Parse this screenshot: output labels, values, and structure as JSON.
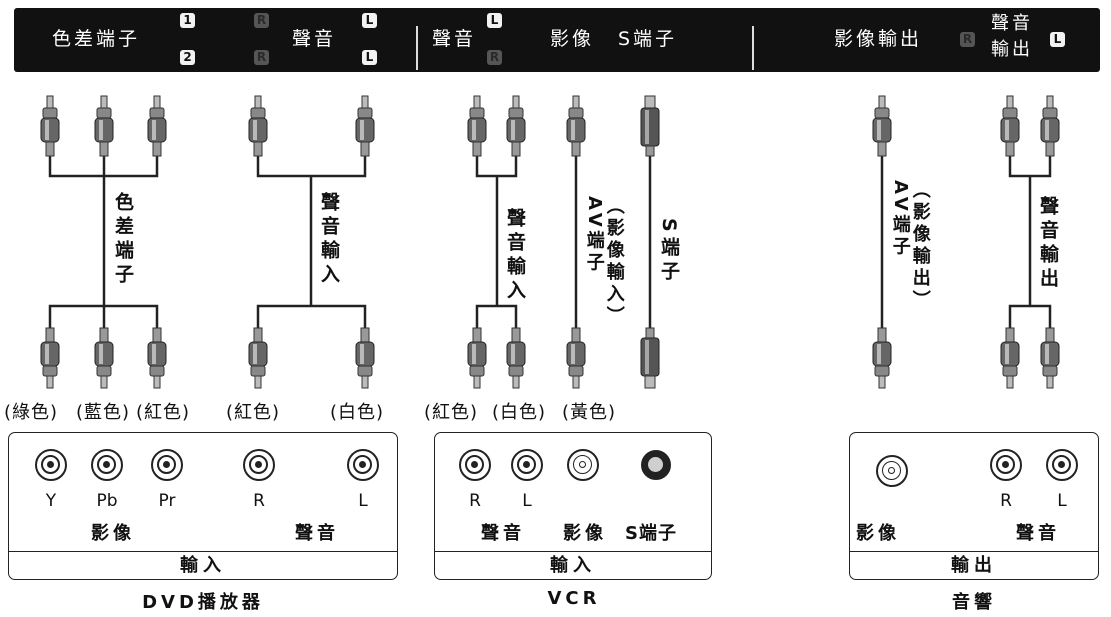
{
  "top_bar": {
    "component": "色差端子",
    "component_badge_1": "1",
    "component_badge_2": "2",
    "audio_left": "聲音",
    "badge_r": "R",
    "badge_l": "L",
    "audio_mid": "聲音",
    "video": "影像",
    "s_terminal": "S端子",
    "video_out": "影像輸出",
    "audio_out_line1": "聲音",
    "audio_out_line2": "輸出"
  },
  "cables": {
    "component": "色差端子",
    "audio_in_1": "聲音輸入",
    "audio_in_2": "聲音輸入",
    "av_in_line1": "AV端子",
    "av_in_line2": "（影像輸入）",
    "s_terminal": "S端子",
    "av_out_line1": "AV端子",
    "av_out_line2": "（影像輸出）",
    "audio_out": "聲音輸出"
  },
  "colors": {
    "green": "(綠色)",
    "blue": "(藍色)",
    "red1": "(紅色)",
    "red2": "(紅色)",
    "white1": "(白色)",
    "red3": "(紅色)",
    "white2": "(白色)",
    "yellow": "(黃色)"
  },
  "dvd": {
    "jack_y": "Y",
    "jack_pb": "Pb",
    "jack_pr": "Pr",
    "jack_r": "R",
    "jack_l": "L",
    "group_video": "影像",
    "group_audio": "聲音",
    "footer": "輸入",
    "name": "DVD播放器"
  },
  "vcr": {
    "jack_r": "R",
    "jack_l": "L",
    "group_audio": "聲音",
    "group_video": "影像",
    "group_s": "S端子",
    "footer": "輸入",
    "name": "VCR"
  },
  "stereo": {
    "jack_r": "R",
    "jack_l": "L",
    "group_video": "影像",
    "group_audio": "聲音",
    "footer": "輸出",
    "name": "音響"
  }
}
